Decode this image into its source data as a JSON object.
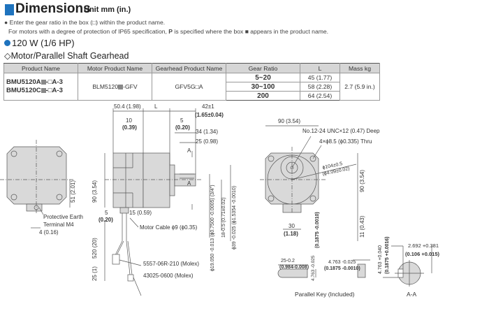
{
  "header": {
    "title": "Dimensions",
    "unit": "Unit mm (in.)"
  },
  "notes": {
    "line1": "Enter the gear ratio in the box (□) within the product name.",
    "line2_pre": "For motors with a degree of protection of IP65 specification,",
    "line2_bold": "P",
    "line2_post": "is specified where the box ■ appears in the product name."
  },
  "section": "120 W (1/6 HP)",
  "subsection": "◇Motor/Parallel Shaft Gearhead",
  "table": {
    "headers": [
      "Product Name",
      "Motor Product Name",
      "Gearhead Product Name",
      "Gear Ratio",
      "L",
      "Mass kg"
    ],
    "product_names": [
      "BMU5120A",
      "-□A-3",
      "BMU5120C",
      "-□A-3"
    ],
    "motor_product": [
      "BLM5120",
      "-GFV"
    ],
    "gearhead_product": "GFV5G□A",
    "rows": [
      {
        "ratio": "5~20",
        "L": "45 (1.77)"
      },
      {
        "ratio": "30~100",
        "L": "58 (2.28)"
      },
      {
        "ratio": "200",
        "L": "64 (2.54)"
      }
    ],
    "mass": "2.7 (5.9 in.)"
  },
  "drawing": {
    "d_51": "51 (2.01)",
    "pe1": "Protective Earth",
    "pe2": "Terminal M4",
    "d_4": "4 (0.16)",
    "d_504": "50.4 (1.98)",
    "d_L": "L",
    "d_42a": "42±1",
    "d_42b": "(1.65±0.04)",
    "d_10a": "10",
    "d_10b": "(0.39)",
    "d_5a": "5",
    "d_5b": "(0.20)",
    "d_34": "34 (1.34)",
    "d_25": "25 (0.98)",
    "sec_a": "A",
    "d_90v": "90 (3.54)",
    "d_5c": "5",
    "d_5d": "(0.20)",
    "d_15": "15 (0.59)",
    "cable": "Motor Cable ϕ9 (ϕ0.35)",
    "d_520": "520 (20)",
    "conn1": "5557-06R-210 (Molex)",
    "conn2": "43025-0600 (Molex)",
    "d_25v": "25 (1)",
    "shaft1": "ϕ19.050 -0.013 (ϕ0.7500 -0.0005) (3/4\")",
    "shaft2": "18-0.5 (0.71±0.02)",
    "shaft3": "ϕ39 -0.025 (ϕ1.5354 -0.0010)",
    "d_90h": "90 (3.54)",
    "tap": "No.12-24 UNC×12 (0.47) Deep",
    "holes": "4×ϕ8.5 (ϕ0.335) Thru",
    "pcd1": "ϕ104±0.5",
    "pcd2": "(ϕ4.09±0.02)",
    "d_90r": "90 (3.54)",
    "d_30a": "30",
    "d_30b": "(1.18)",
    "d_11": "11 (0.43)",
    "key_w": "(0.1875 -0.0010)",
    "key_len1": "25-0.2",
    "key_len2": "(0.984-0.008)",
    "key_h": "4.763 -0.025",
    "key_t1": "4.763 -0.025",
    "key_t2": "(0.1875 -0.0010)",
    "aa_h1": "4.763 +0.040",
    "aa_h2": "(0.1875 +0.0016)",
    "aa_d1": "2.692 +0.381",
    "aa_d2": "(0.106 +0.015)",
    "key_caption": "Parallel Key (Included)",
    "aa_caption": "A-A"
  }
}
